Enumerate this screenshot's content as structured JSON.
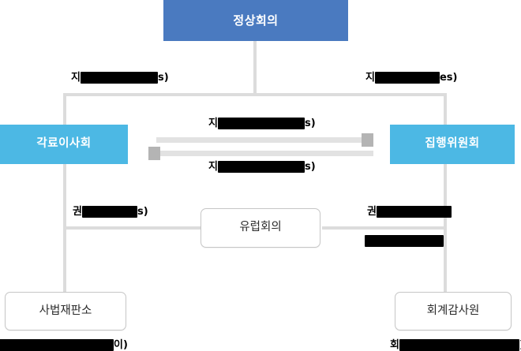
{
  "diagram": {
    "title_node": {
      "label": "정상회의",
      "color": "#4a7ac0"
    },
    "council_node": {
      "label": "각료이사회",
      "color": "#4cb8e4"
    },
    "commission_node": {
      "label": "집행위원회",
      "color": "#4cb8e4"
    },
    "parliament_node": {
      "label": "유럽회의",
      "color": "#ffffff"
    },
    "court_justice_node": {
      "label": "사법재판소",
      "color": "#ffffff"
    },
    "court_auditors_node": {
      "label": "회계감사원",
      "color": "#ffffff"
    },
    "edge_labels": {
      "top_left": {
        "prefix": "지",
        "suffix": "s)",
        "redacted": true,
        "redact_width": 98
      },
      "top_right": {
        "prefix": "지",
        "suffix": "es)",
        "redacted": true,
        "redact_width": 82
      },
      "mid_upper": {
        "prefix": "지",
        "suffix": "s)",
        "redacted": true,
        "redact_width": 110
      },
      "mid_lower": {
        "prefix": "지",
        "suffix": "s)",
        "redacted": true,
        "redact_width": 110
      },
      "lower_left": {
        "prefix": "권",
        "suffix": "s)",
        "redacted": true,
        "redact_width": 70
      },
      "lower_right_1": {
        "prefix": "권",
        "suffix": "",
        "redacted": true,
        "redact_width": 95
      },
      "lower_right_2": {
        "prefix": "",
        "suffix": "",
        "redacted": true,
        "redact_width": 100
      },
      "bottom_left": {
        "prefix": "",
        "suffix": "이)",
        "redacted": true,
        "redact_width": 148
      },
      "bottom_right": {
        "prefix": "회",
        "suffix": ")",
        "redacted": true,
        "redact_width": 152
      }
    },
    "arrows": {
      "top": {
        "direction": "right",
        "color": "#e2e2e2",
        "head_color": "#b4b4b4"
      },
      "bottom": {
        "direction": "left",
        "color": "#e2e2e2",
        "head_color": "#b4b4b4"
      }
    },
    "connector_color": "#dcdcdc"
  }
}
